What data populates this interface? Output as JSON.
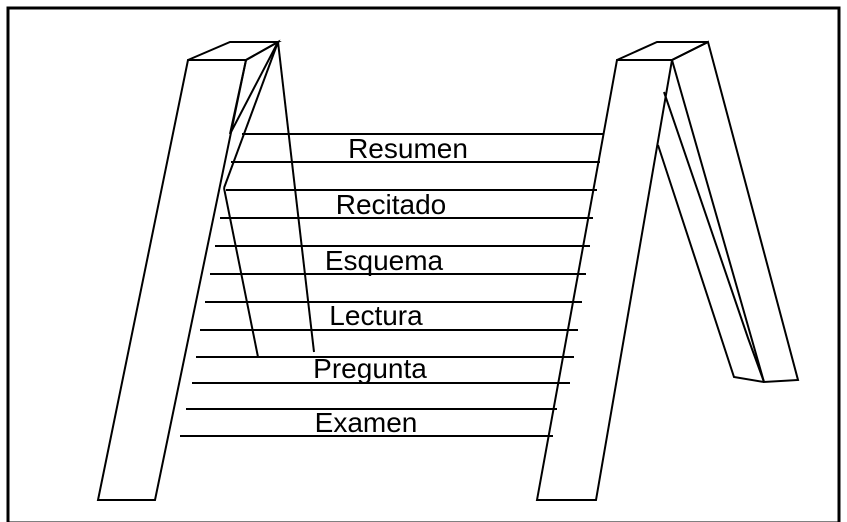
{
  "diagram": {
    "steps": [
      "Resumen",
      "Recitado",
      "Esquema",
      "Lectura",
      "Pregunta",
      "Examen"
    ]
  },
  "colors": {
    "line": "#000000",
    "background": "#ffffff"
  }
}
